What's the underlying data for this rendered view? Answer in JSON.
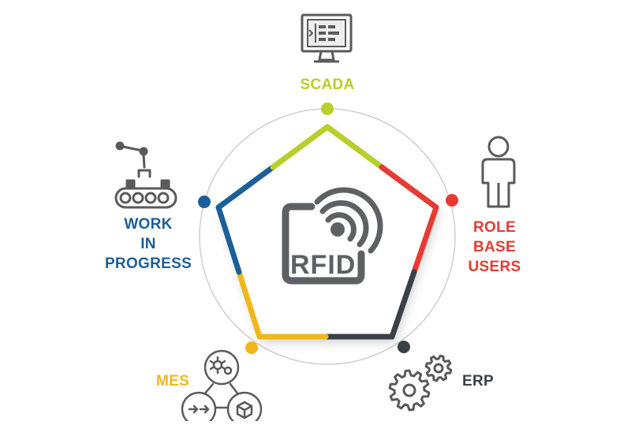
{
  "diagram": {
    "center": {
      "label": "RFID"
    },
    "nodes": [
      {
        "id": "scada",
        "lines": [
          "SCADA"
        ],
        "color": "#b7ce2b",
        "icon": "monitor-icon"
      },
      {
        "id": "role",
        "lines": [
          "ROLE",
          "BASE",
          "USERS"
        ],
        "color": "#e63b33",
        "icon": "user-icon"
      },
      {
        "id": "erp",
        "lines": [
          "ERP"
        ],
        "color": "#3b4047",
        "icon": "gears-icon"
      },
      {
        "id": "mes",
        "lines": [
          "MES"
        ],
        "color": "#f0b71b",
        "icon": "workflow-icon"
      },
      {
        "id": "wip",
        "lines": [
          "WORK",
          "IN",
          "PROGRESS"
        ],
        "color": "#1b5f9a",
        "icon": "robot-arm-conveyor-icon"
      }
    ],
    "edge_colors": [
      "#b7ce2b",
      "#e63b33",
      "#3b4047",
      "#f0b71b",
      "#1b5f9a"
    ],
    "ring_color": "#cfcfcf",
    "icon_color": "#5a5a5a"
  }
}
